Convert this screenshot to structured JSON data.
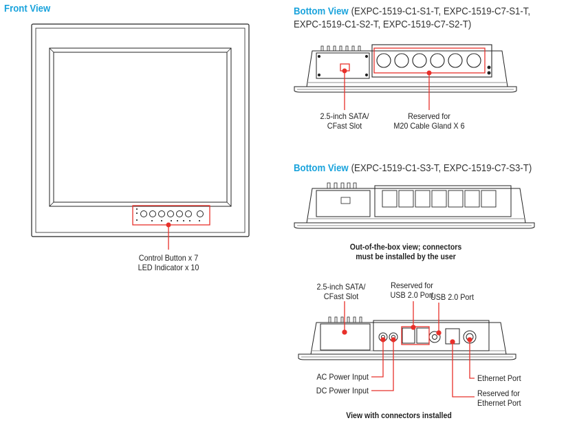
{
  "front": {
    "title": "Front View",
    "callout": [
      "Control Button x 7",
      "LED Indicator x 10"
    ]
  },
  "bottom1": {
    "title": "Bottom View",
    "models_line1": "(EXPC-1519-C1-S1-T, EXPC-1519-C7-S1-T,",
    "models_line2": "EXPC-1519-C1-S2-T, EXPC-1519-C7-S2-T)",
    "label_sata": [
      "2.5-inch SATA/",
      "CFast Slot"
    ],
    "label_reserved": [
      "Reserved for",
      "M20 Cable Gland X 6"
    ]
  },
  "bottom2": {
    "title": "Bottom View",
    "models": "(EXPC-1519-C1-S3-T, EXPC-1519-C7-S3-T)",
    "note": [
      "Out-of-the-box view; connectors",
      "must be installed by the user"
    ]
  },
  "bottom3": {
    "label_sata": [
      "2.5-inch SATA/",
      "CFast Slot"
    ],
    "label_usb_reserved": [
      "Reserved for",
      "USB 2.0 Port"
    ],
    "label_usb": "USB 2.0 Port",
    "label_ac": "AC Power Input",
    "label_dc": "DC Power Input",
    "label_eth": "Ethernet Port",
    "label_eth_reserved": [
      "Reserved for",
      "Ethernet Port"
    ],
    "note": "View with connectors installed"
  },
  "colors": {
    "accent": "#1aa3dc",
    "callout": "#e8302a",
    "line": "#222222"
  }
}
